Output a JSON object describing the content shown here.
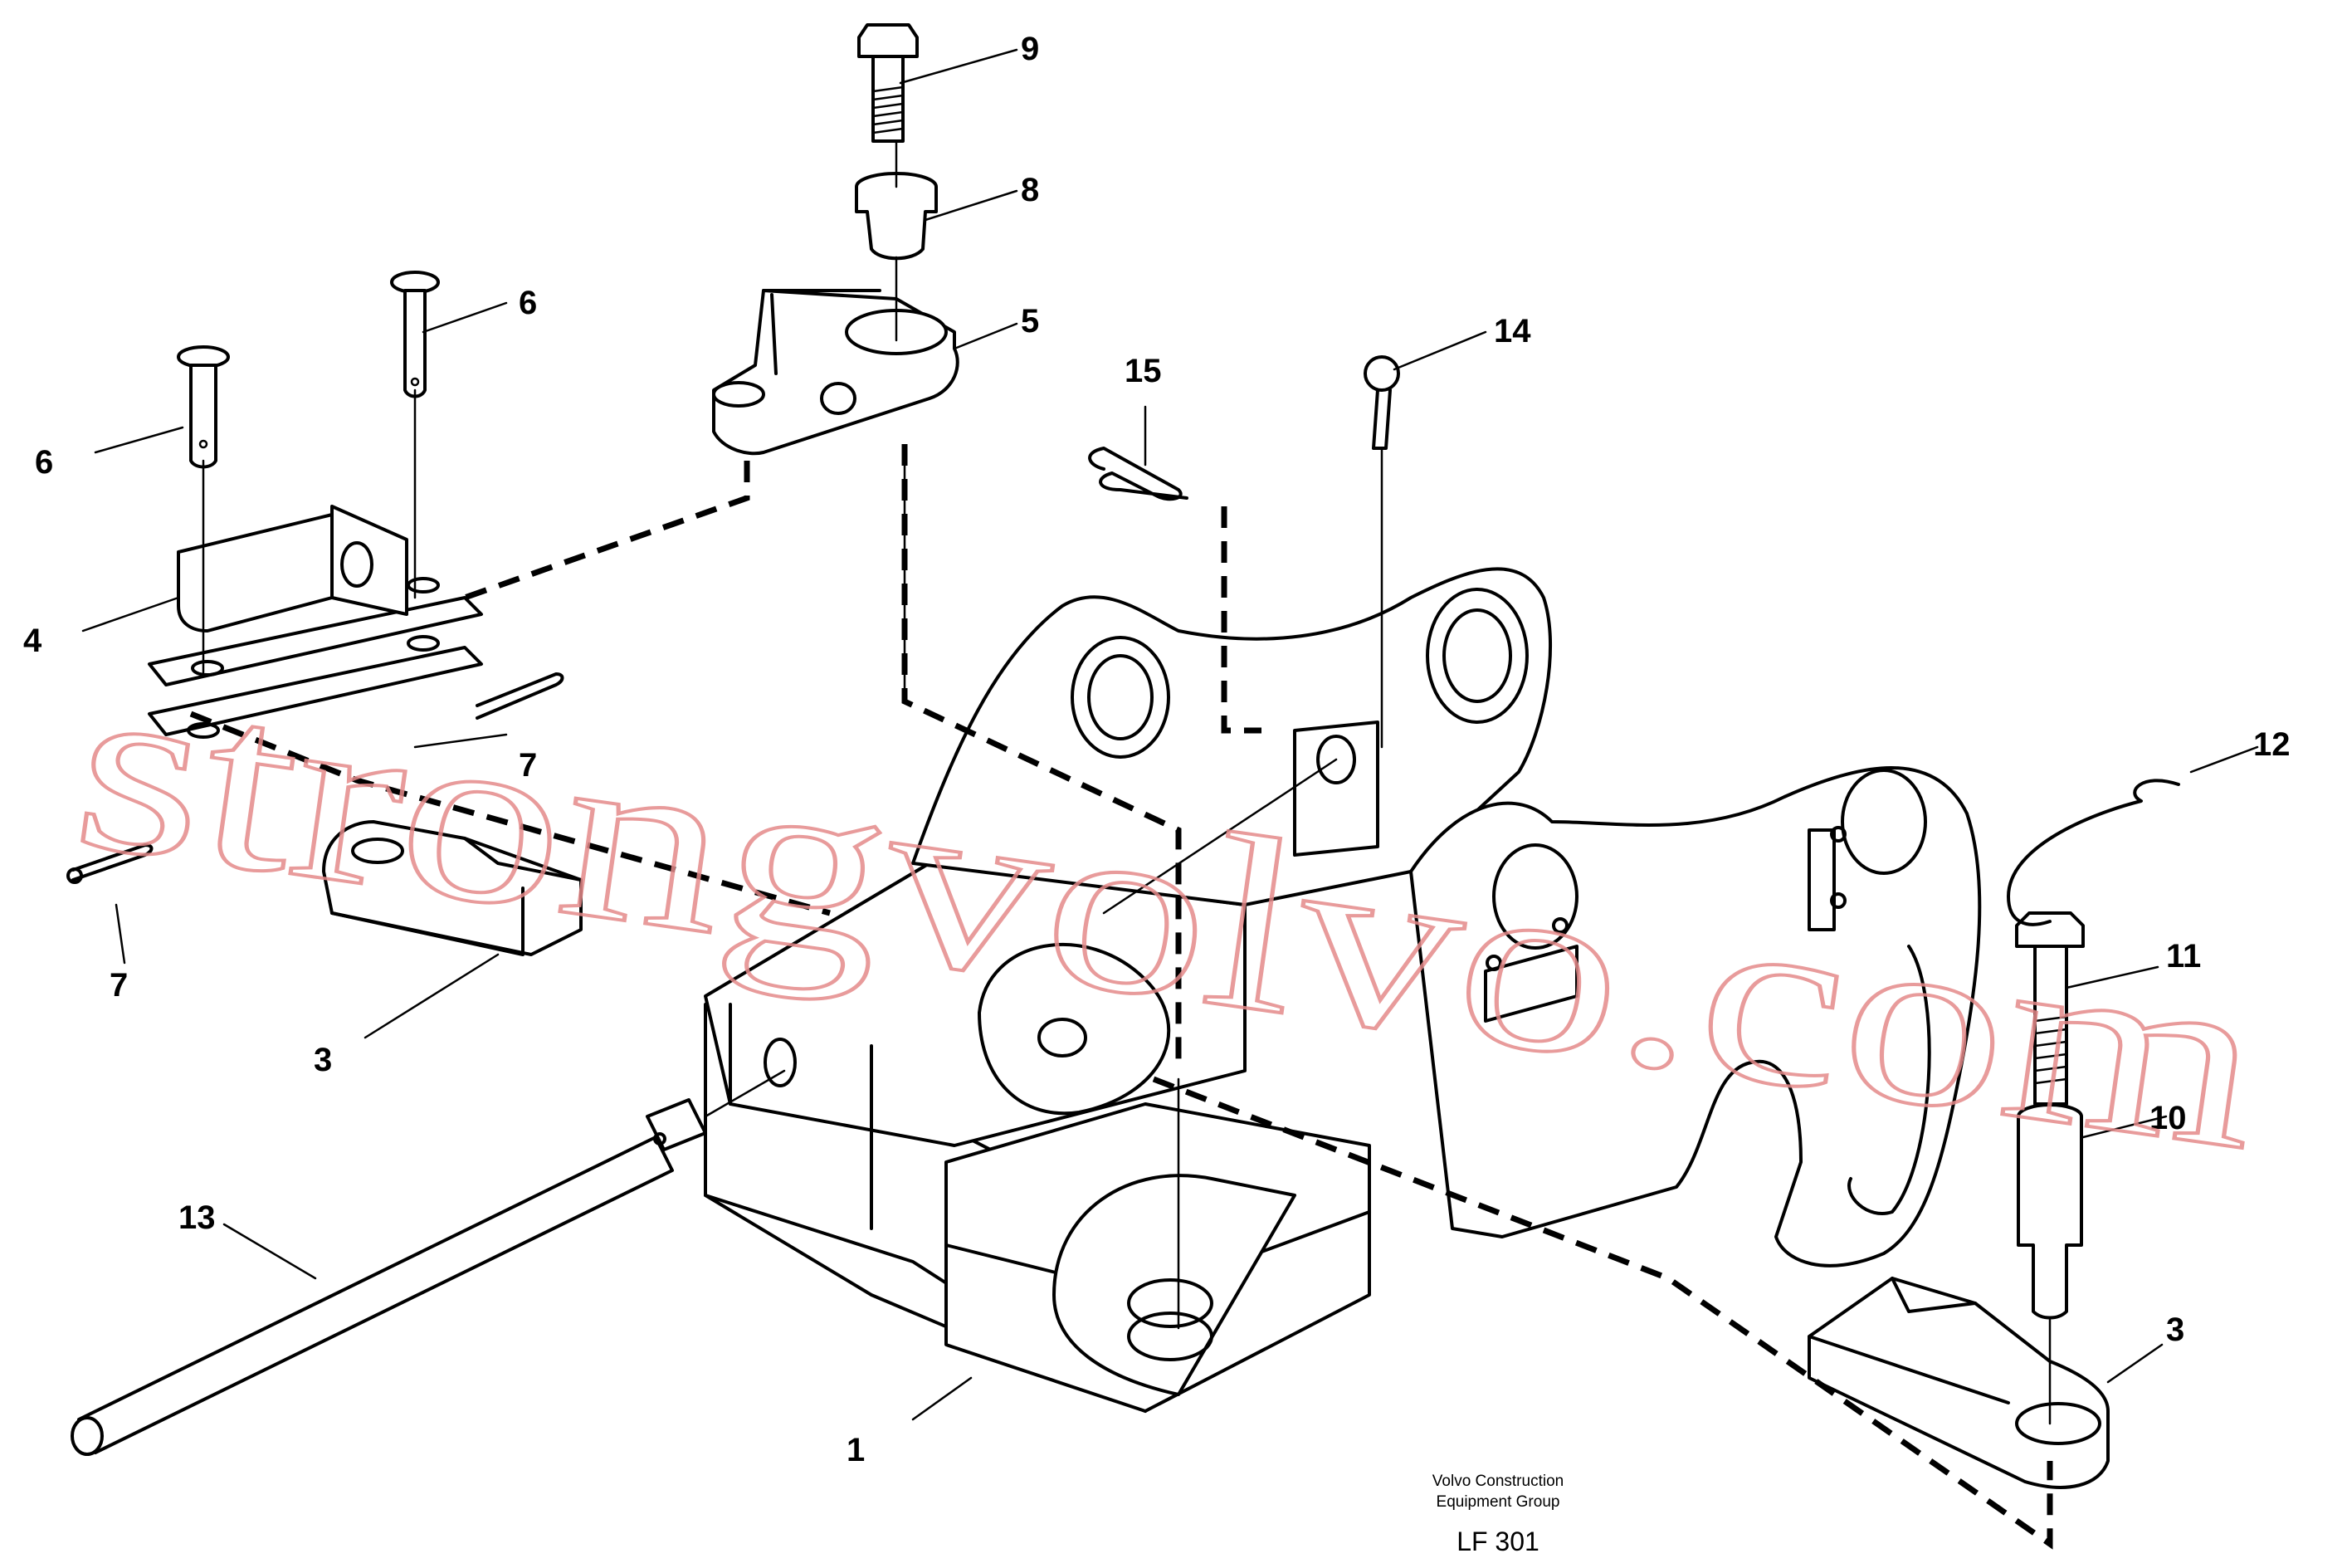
{
  "diagram": {
    "callouts": {
      "c1": "1",
      "c3a": "3",
      "c3b": "3",
      "c4": "4",
      "c5": "5",
      "c6a": "6",
      "c6b": "6",
      "c7a": "7",
      "c7b": "7",
      "c8": "8",
      "c9": "9",
      "c10": "10",
      "c11": "11",
      "c12": "12",
      "c13": "13",
      "c14": "14",
      "c15": "15"
    },
    "caption": {
      "line1": "Volvo Construction",
      "line2": "Equipment Group",
      "code": "LF 301"
    },
    "watermark": "strongvolvo.com",
    "watermark_color": "#e48a8a"
  }
}
